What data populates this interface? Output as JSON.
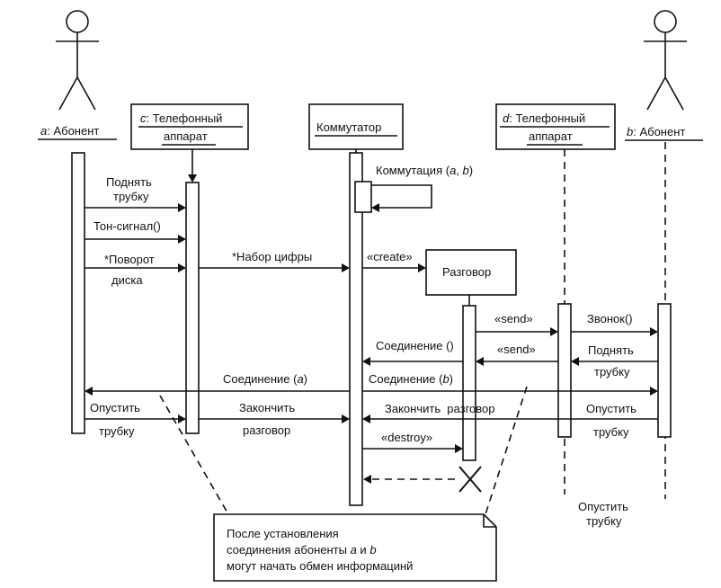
{
  "actors": {
    "a": {
      "prefix": "a",
      "name": ": Абонент"
    },
    "b": {
      "prefix": "b",
      "name": ": Абонент"
    }
  },
  "objects": {
    "phone_c": {
      "prefix": "c",
      "line1": ": Телефонный",
      "line2": "аппарат"
    },
    "switch": {
      "line1": "Коммутатор"
    },
    "phone_d": {
      "prefix": "d",
      "line1": ": Телефонный",
      "line2": "аппарат"
    },
    "call": {
      "line1": "Разговор"
    }
  },
  "messages": {
    "lift1_l1": "Поднять",
    "lift1_l2": "трубку",
    "dial_tone": "Тон-сигнал()",
    "rotate_l1": "*Поворот",
    "rotate_l2": "диска",
    "dial_digit": "*Набор цифры",
    "commutation": "Коммутация (a, b)",
    "create": "«create»",
    "send1": "«send»",
    "ring": "Звонок()",
    "connect_empty": "Соединение ()",
    "send2": "«send»",
    "lift2_l1": "Поднять",
    "lift2_l2": "трубку",
    "connect_a": "Соединение (a)",
    "connect_b": "Соединение (b)",
    "hangup1_l1": "Опустить",
    "hangup1_l2": "трубку",
    "end1_l1": "Закончить",
    "end1_l2": "разговор",
    "end2": "Закончить  разговор",
    "hangup2_l1": "Опустить",
    "hangup2_l2": "трубку",
    "destroy": "«destroy»",
    "hangup3_l1": "Опустить",
    "hangup3_l2": "трубку"
  },
  "note": {
    "line1": "После установления",
    "line2": "соединения абоненты a и b",
    "line3": "могут начать обмен информацинй"
  }
}
